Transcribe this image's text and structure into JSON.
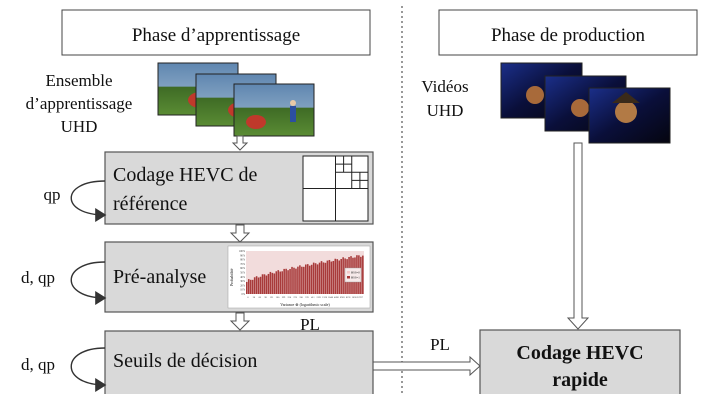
{
  "learning_phase": {
    "title": "Phase d’apprentissage",
    "dataset_lines": [
      "Ensemble",
      "d’apprentissage",
      "UHD"
    ],
    "loop_labels": [
      "qp",
      "d, qp",
      "d, qp"
    ],
    "blocks": {
      "reference_coding": [
        "Codage HEVC de",
        "référence"
      ],
      "pre_analysis": "Pré-analyse",
      "decision_thresholds": "Seuils de décision"
    },
    "pl_label": "PL",
    "mini_chart": {
      "ylabel": "Probabilité",
      "xlabel": "Variance ⊕ (logarithmic scale)",
      "ytick_labels": [
        "100%",
        "90%",
        "80%",
        "70%",
        "60%",
        "50%",
        "40%",
        "30%",
        "20%",
        "10%",
        "0%"
      ],
      "xtick_labels": [
        "0",
        "30",
        "60",
        "90",
        "121",
        "160",
        "199",
        "220",
        "270",
        "330",
        "370",
        "411",
        "1391",
        "1596",
        "2048",
        "4096",
        "6963",
        "8191",
        "1638",
        "32767"
      ],
      "legend": [
        "HSS=0",
        "HSS=1"
      ]
    }
  },
  "production_phase": {
    "title": "Phase de production",
    "video_lines": [
      "Vidéos",
      "UHD"
    ],
    "fast_coding": [
      "Codage HEVC",
      "rapide"
    ],
    "pl_label": "PL"
  },
  "colors": {
    "block_fill": "#d9d9d9",
    "block_stroke": "#555555",
    "chart_bg": "#f2dcdc",
    "chart_bar": "#a83a3a",
    "sky_top": "#6b8db5",
    "grass": "#4c7a2b"
  }
}
